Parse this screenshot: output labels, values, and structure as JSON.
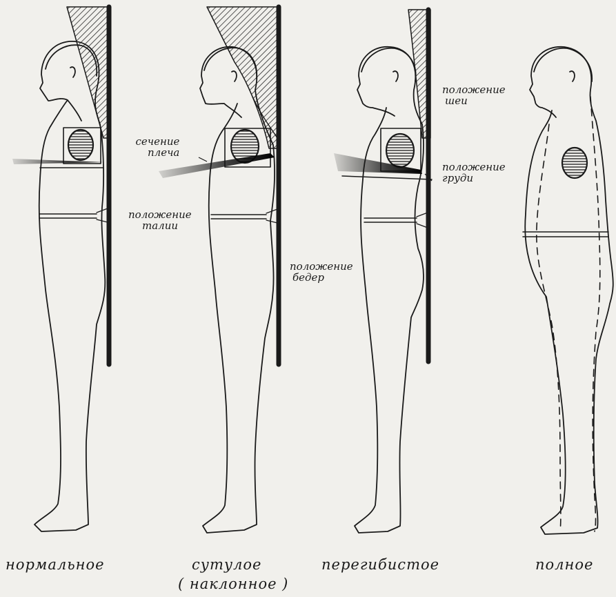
{
  "figure": {
    "annotations": {
      "shoulder_section": [
        "сечение",
        "плеча"
      ],
      "waist_position": [
        "положение",
        "талии"
      ],
      "hips_position": [
        "положение",
        "бедер"
      ],
      "neck_position": [
        "положение",
        "шеи"
      ],
      "chest_position": [
        "положение",
        "груди"
      ]
    },
    "captions": {
      "normal": "нормальное",
      "stooped": "сутулое",
      "stooped_alt": "( наклонное )",
      "overerect": "перегибистое",
      "full": "полное"
    },
    "colors": {
      "ink": "#1a1a1a",
      "paper": "#f1f0ec",
      "hatch": "#2a2a2a"
    }
  }
}
